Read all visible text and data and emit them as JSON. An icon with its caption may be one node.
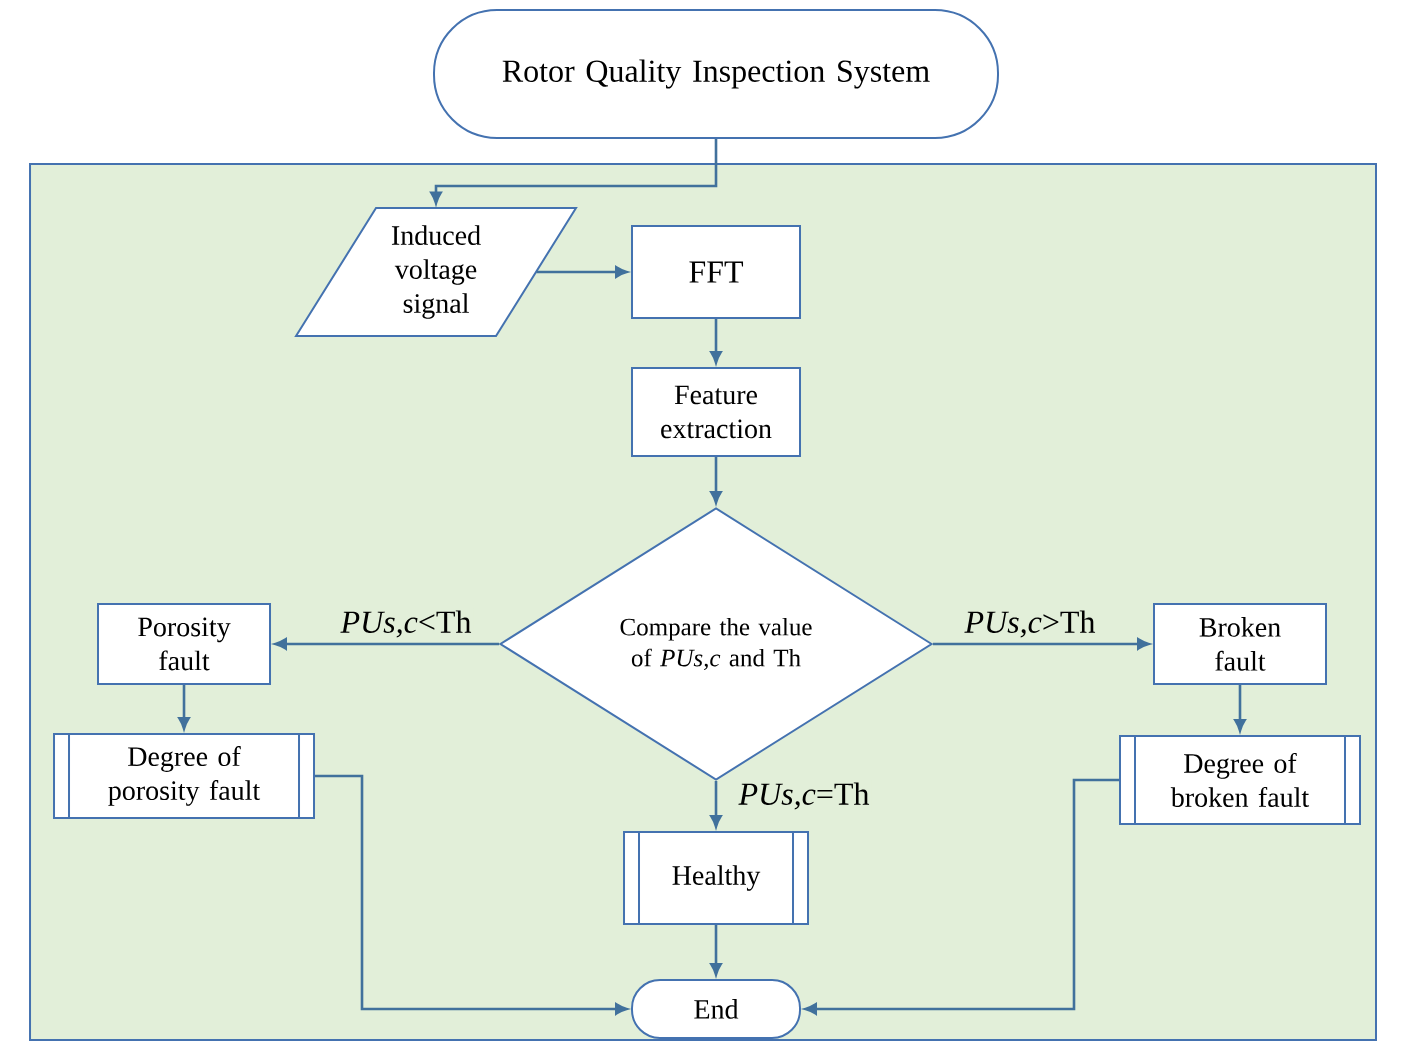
{
  "diagram": {
    "nodes": [
      {
        "text": [
          "Rotor Quality Inspection System"
        ]
      },
      {
        "text": [],
        "shape": "box"
      },
      {
        "text": [
          "Induced voltage signal"
        ],
        "in": 1
      },
      {
        "text": [
          "FFT"
        ],
        "in": 1
      },
      {
        "text": [
          "Feature extraction"
        ],
        "in": 1
      },
      {
        "text": [
          "Compare the value of *PUs,c* and Th"
        ],
        "in": 1
      },
      {
        "text": [
          "Porosity fault"
        ],
        "in": 1
      },
      {
        "text": [
          "Degree of porosity fault"
        ],
        "in": 1
      },
      {
        "text": [
          "Broken fault"
        ],
        "in": 1
      },
      {
        "text": [
          "Degree of broken fault"
        ],
        "in": 1
      },
      {
        "text": [
          "Healthy"
        ],
        "in": 1
      },
      {
        "text": [
          "End"
        ],
        "in": 1
      }
    ],
    "edges": [
      {
        "from": 0,
        "to": 2,
        "arrow": "to"
      },
      {
        "from": 2,
        "to": 3,
        "arrow": "to"
      },
      {
        "from": 3,
        "to": 4,
        "arrow": "to"
      },
      {
        "from": 4,
        "to": 5,
        "arrow": "to"
      },
      {
        "from": 5,
        "to": 6,
        "arrow": "to",
        "label": "*PUs,c*<Th"
      },
      {
        "from": 6,
        "to": 7,
        "arrow": "to"
      },
      {
        "from": 5,
        "to": 8,
        "arrow": "to",
        "label": "*PUs,c*>Th"
      },
      {
        "from": 8,
        "to": 9,
        "arrow": "to"
      },
      {
        "from": 5,
        "to": 10,
        "arrow": "to",
        "label": "*PUs,c*=Th"
      },
      {
        "from": 10,
        "to": 11,
        "arrow": "to"
      },
      {
        "from": 7,
        "to": 11,
        "arrow": "to"
      },
      {
        "from": 9,
        "to": 11,
        "arrow": "to"
      }
    ]
  }
}
